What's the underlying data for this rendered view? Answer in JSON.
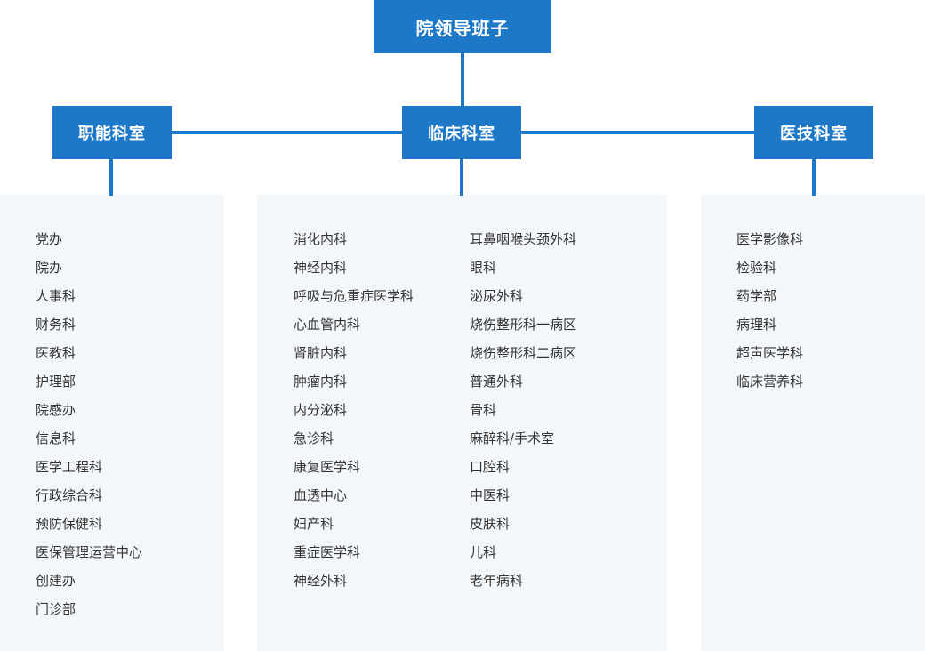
{
  "org": {
    "root_label": "院领导班子",
    "functional": {
      "label": "职能科室",
      "items": [
        "党办",
        "院办",
        "人事科",
        "财务科",
        "医教科",
        "护理部",
        "院感办",
        "信息科",
        "医学工程科",
        "行政综合科",
        "预防保健科",
        "医保管理运营中心",
        "创建办",
        "门诊部"
      ]
    },
    "clinical": {
      "label": "临床科室",
      "col1": [
        "消化内科",
        "神经内科",
        "呼吸与危重症医学科",
        "心血管内科",
        "肾脏内科",
        "肿瘤内科",
        "内分泌科",
        "急诊科",
        "康复医学科",
        "血透中心",
        "妇产科",
        "重症医学科",
        "神经外科"
      ],
      "col2": [
        "耳鼻咽喉头颈外科",
        "眼科",
        "泌尿外科",
        "烧伤整形科一病区",
        "烧伤整形科二病区",
        "普通外科",
        "骨科",
        "麻醉科/手术室",
        "口腔科",
        "中医科",
        "皮肤科",
        "儿科",
        "老年病科"
      ]
    },
    "medtech": {
      "label": "医技科室",
      "items": [
        "医学影像科",
        "检验科",
        "药学部",
        "病理科",
        "超声医学科",
        "临床营养科"
      ]
    }
  },
  "colors": {
    "accent": "#1e78c8",
    "panel_bg": "#f4f7fa",
    "item_text": "#333333"
  }
}
